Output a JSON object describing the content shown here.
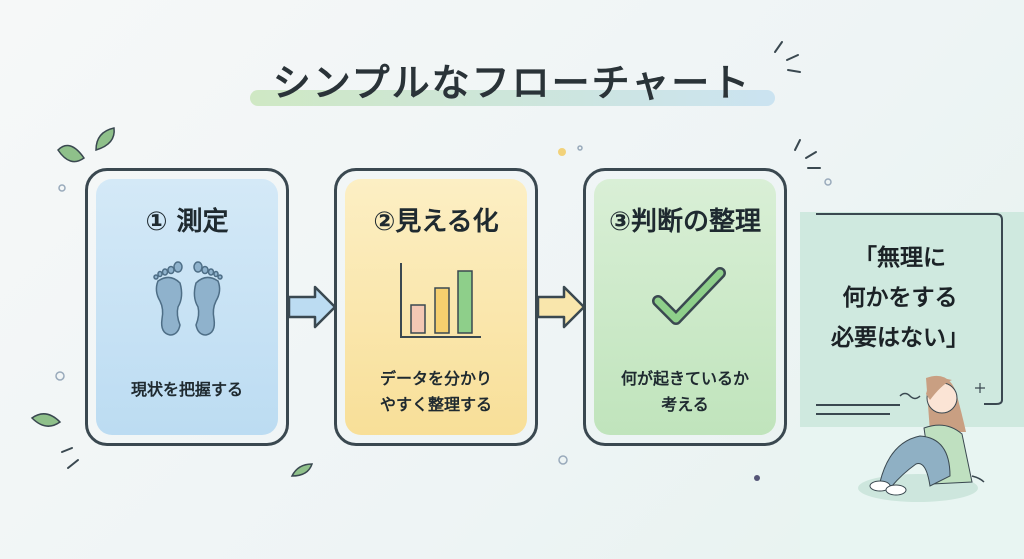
{
  "title": "シンプルなフローチャート",
  "steps": [
    {
      "heading": "① 測定",
      "description": "現状を把握する",
      "icon": "footprints-icon"
    },
    {
      "heading": "②見える化",
      "description_lines": [
        "データを分かり",
        "やすく整理する"
      ],
      "icon": "bar-chart-icon"
    },
    {
      "heading": "③判断の整理",
      "description_lines": [
        "何が起きているか",
        "考える"
      ],
      "icon": "checkmark-icon"
    }
  ],
  "quote_lines": [
    "「無理に",
    "何かをする",
    "必要はない」"
  ],
  "colors": {
    "step1": "#c8e2f5",
    "step2": "#f9e6ac",
    "step3": "#cde9c9",
    "panel": "#cfe9df",
    "outline": "#3a4850"
  }
}
